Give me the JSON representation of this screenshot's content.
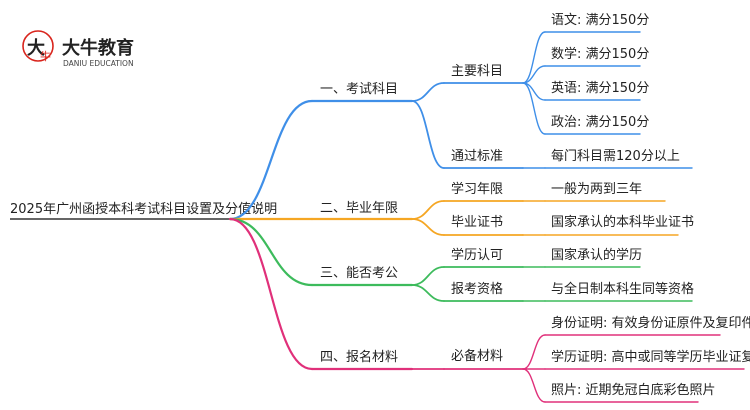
{
  "logo": {
    "brand_cn": "大牛教育",
    "brand_en": "DANIU EDUCATION",
    "glyph_main": "大",
    "glyph_sub": "牛"
  },
  "colors": {
    "root_line": "#333333",
    "blue": "#3f8fe8",
    "orange": "#f5a623",
    "green": "#3dbb5c",
    "pink": "#e0307a",
    "logo_red": "#d9251d"
  },
  "root": {
    "label": "2025年广州函授本科考试科目设置及分值说明"
  },
  "branches": [
    {
      "label": "一、考试科目",
      "color": "blue",
      "children": [
        {
          "label": "主要科目",
          "leaves": [
            "语文: 满分150分",
            "数学: 满分150分",
            "英语: 满分150分",
            "政治: 满分150分"
          ]
        },
        {
          "label": "通过标准",
          "leaves": [
            "每门科目需120分以上"
          ]
        }
      ]
    },
    {
      "label": "二、毕业年限",
      "color": "orange",
      "children": [
        {
          "label": "学习年限",
          "leaves": [
            "一般为两到三年"
          ]
        },
        {
          "label": "毕业证书",
          "leaves": [
            "国家承认的本科毕业证书"
          ]
        }
      ]
    },
    {
      "label": "三、能否考公",
      "color": "green",
      "children": [
        {
          "label": "学历认可",
          "leaves": [
            "国家承认的学历"
          ]
        },
        {
          "label": "报考资格",
          "leaves": [
            "与全日制本科生同等资格"
          ]
        }
      ]
    },
    {
      "label": "四、报名材料",
      "color": "pink",
      "children": [
        {
          "label": "必备材料",
          "leaves": [
            "身份证明: 有效身份证原件及复印件",
            "学历证明: 高中或同等学历毕业证复印件",
            "照片: 近期免冠白底彩色照片"
          ]
        }
      ]
    }
  ]
}
